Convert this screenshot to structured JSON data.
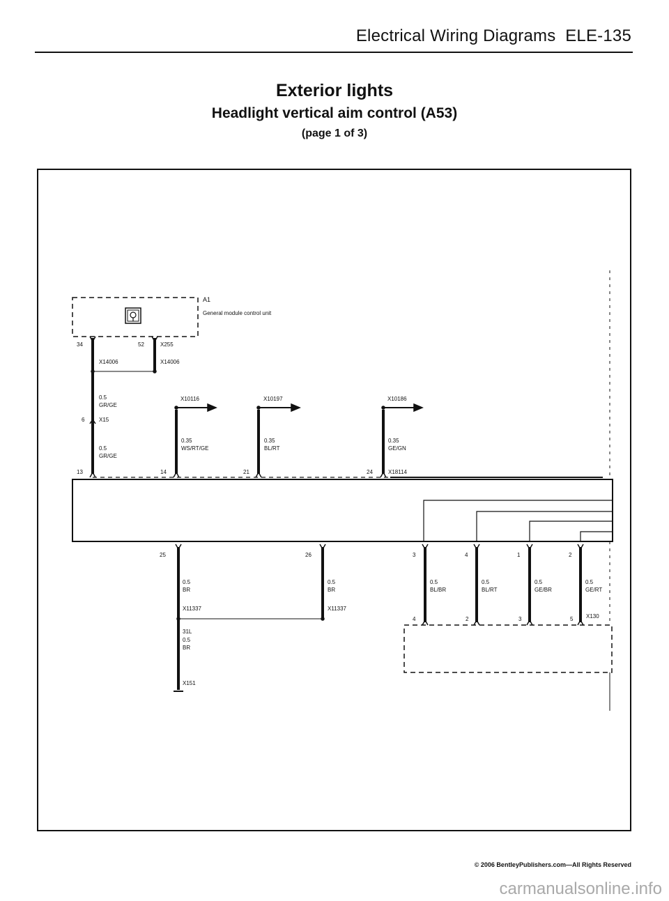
{
  "header": {
    "section": "Electrical Wiring Diagrams",
    "page": "ELE-135"
  },
  "title": {
    "main": "Exterior lights",
    "sub": "Headlight vertical aim control (A53)",
    "page_of": "(page 1 of 3)"
  },
  "module": {
    "id": "A1",
    "name": "General module control unit",
    "icon": "control-module-icon"
  },
  "connectors": {
    "x255": "X255",
    "x14006": "X14006",
    "x15": "X15",
    "x10116": "X10116",
    "x10197": "X10197",
    "x10186": "X10186",
    "x18114": "X18114",
    "x11337": "X11337",
    "x151": "X151",
    "x130": "X130"
  },
  "pins": {
    "top_34": "34",
    "top_52": "52",
    "mid_6": "6",
    "bus_13": "13",
    "bus_14": "14",
    "bus_21": "21",
    "bus_24": "24",
    "bot_25": "25",
    "bot_26": "26",
    "bot_3": "3",
    "bot_4": "4",
    "bot_1": "1",
    "bot_2": "2",
    "x130_4": "4",
    "x130_2": "2",
    "x130_3": "3",
    "x130_5": "5"
  },
  "wires": {
    "grge_size": "0.5",
    "grge_color": "GR/GE",
    "wsrtge_size": "0.35",
    "wsrtge_color": "WS/RT/GE",
    "blrt_size": "0.35",
    "blrt_color": "BL/RT",
    "gegn_size": "0.35",
    "gegn_color": "GE/GN",
    "br1_size": "0.5",
    "br1_color": "BR",
    "br2_size": "0.5",
    "br2_color": "BR",
    "blbr_size": "0.5",
    "blbr_color": "BL/BR",
    "blrt2_size": "0.5",
    "blrt2_color": "BL/RT",
    "gebr_size": "0.5",
    "gebr_color": "GE/BR",
    "gert_size": "0.5",
    "gert_color": "GE/RT",
    "ground_label": "31L",
    "ground_size": "0.5",
    "ground_color": "BR"
  },
  "footer": {
    "copyright": "© 2006 BentleyPublishers.com—All Rights Reserved",
    "watermark": "carmanualsonline.info"
  }
}
